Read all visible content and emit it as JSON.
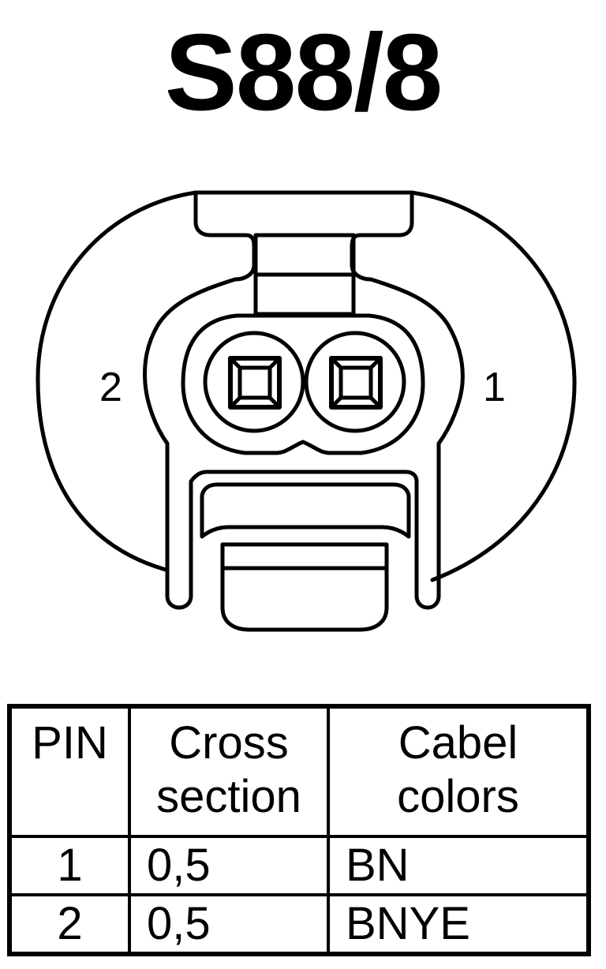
{
  "title": "S88/8",
  "connector": {
    "pin_labels": [
      "2",
      "1"
    ]
  },
  "table": {
    "headers": [
      [
        "PIN"
      ],
      [
        "Cross",
        "section"
      ],
      [
        "Cabel",
        "colors"
      ]
    ],
    "rows": [
      {
        "pin": "1",
        "cross_section": "0,5",
        "color": "BN"
      },
      {
        "pin": "2",
        "cross_section": "0,5",
        "color": "BNYE"
      }
    ]
  }
}
